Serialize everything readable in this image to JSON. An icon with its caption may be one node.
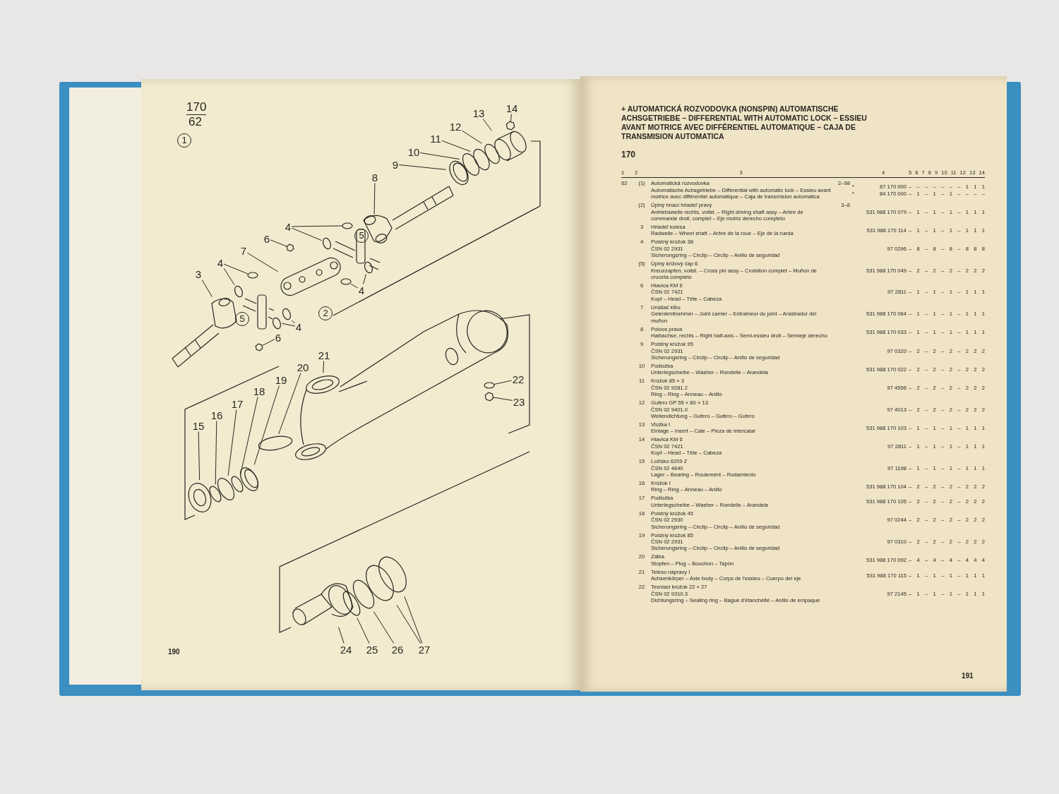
{
  "diagram": {
    "title": "+ AUTOMATICKÁ ROZVODOVKA (NONSPIN) AUTOMATISCHE ACHSGETRIEBE – DIFFERENTIAL WITH AUTOMATIC LOCK – ESSIEU AVANT MOTRICE AVEC DIFFÉRENTIEL AUTOMATIQUE – CAJA DE TRANSMISION AUTOMATICA",
    "nodes": [
      {
        "text": [
          "14"
        ]
      },
      {
        "text": [
          "13"
        ]
      },
      {
        "text": [
          "12"
        ]
      },
      {
        "text": [
          "11"
        ]
      },
      {
        "text": [
          "10"
        ]
      },
      {
        "text": [
          "9"
        ]
      },
      {
        "text": [
          "8"
        ]
      },
      {
        "text": [
          "4"
        ]
      },
      {
        "text": [
          "6"
        ]
      },
      {
        "text": [
          "7"
        ]
      },
      {
        "text": [
          "4"
        ]
      },
      {
        "text": [
          "3"
        ]
      },
      {
        "text": [
          "4"
        ]
      },
      {
        "text": [
          "4"
        ]
      },
      {
        "text": [
          "6"
        ]
      },
      {
        "text": [
          "21"
        ]
      },
      {
        "text": [
          "20"
        ]
      },
      {
        "text": [
          "19"
        ]
      },
      {
        "text": [
          "22"
        ]
      },
      {
        "text": [
          "18"
        ]
      },
      {
        "text": [
          "23"
        ]
      },
      {
        "text": [
          "17"
        ]
      },
      {
        "text": [
          "16"
        ]
      },
      {
        "text": [
          "15"
        ]
      },
      {
        "text": [
          "24"
        ]
      },
      {
        "text": [
          "25"
        ]
      },
      {
        "text": [
          "26"
        ]
      },
      {
        "text": [
          "27"
        ]
      },
      {
        "text": [],
        "shape": "picture"
      },
      {
        "text": [],
        "shape": "picture"
      },
      {
        "text": [],
        "shape": "circle"
      },
      {
        "text": [],
        "shape": "circle"
      },
      {
        "text": [],
        "shape": "circle"
      },
      {
        "text": [],
        "shape": "picture"
      },
      {
        "text": [],
        "shape": "picture"
      },
      {
        "text": [],
        "shape": "circle"
      },
      {
        "text": [],
        "shape": "circle"
      },
      {
        "text": [],
        "shape": "picture"
      },
      {
        "text": [],
        "shape": "picture"
      },
      {
        "text": [],
        "shape": "circle"
      },
      {
        "text": [],
        "shape": "circle"
      },
      {
        "text": [],
        "shape": "picture"
      },
      {
        "text": [],
        "shape": "circle"
      },
      {
        "text": [],
        "shape": "circle"
      },
      {
        "text": [],
        "shape": "circle"
      },
      {
        "text": [],
        "shape": "circle"
      },
      {
        "text": [],
        "shape": "picture"
      },
      {
        "text": [],
        "shape": "picture"
      },
      {
        "text": [],
        "shape": "circle"
      },
      {
        "text": [],
        "shape": "picture"
      },
      {
        "text": [],
        "shape": "circle"
      },
      {
        "text": [],
        "shape": "circle"
      },
      {
        "text": [],
        "shape": "picture"
      },
      {
        "text": [],
        "shape": "circle"
      },
      {
        "text": [],
        "shape": "circle"
      },
      {
        "text": [],
        "shape": "picture"
      },
      {
        "text": [],
        "shape": "picture"
      },
      {
        "text": [],
        "shape": "circle"
      },
      {
        "text": [],
        "shape": "circle"
      },
      {
        "text": [],
        "shape": "circle"
      },
      {
        "text": [],
        "shape": "circle"
      }
    ],
    "edges": [
      {
        "from": 0,
        "to": 28,
        "arrow": "none"
      },
      {
        "from": 1,
        "to": 29,
        "arrow": "none"
      },
      {
        "from": 2,
        "to": 30,
        "arrow": "none"
      },
      {
        "from": 3,
        "to": 31,
        "arrow": "none"
      },
      {
        "from": 4,
        "to": 32,
        "arrow": "none"
      },
      {
        "from": 5,
        "to": 33,
        "arrow": "none"
      },
      {
        "from": 6,
        "to": 34,
        "arrow": "none"
      },
      {
        "from": 7,
        "to": 35,
        "arrow": "none"
      },
      {
        "from": 7,
        "to": 36,
        "arrow": "none"
      },
      {
        "from": 8,
        "to": 37,
        "arrow": "none"
      },
      {
        "from": 9,
        "to": 38,
        "arrow": "none"
      },
      {
        "from": 10,
        "to": 39,
        "arrow": "none"
      },
      {
        "from": 10,
        "to": 40,
        "arrow": "none"
      },
      {
        "from": 11,
        "to": 41,
        "arrow": "none"
      },
      {
        "from": 12,
        "to": 42,
        "arrow": "none"
      },
      {
        "from": 12,
        "to": 43,
        "arrow": "none"
      },
      {
        "from": 13,
        "to": 44,
        "arrow": "none"
      },
      {
        "from": 13,
        "to": 45,
        "arrow": "none"
      },
      {
        "from": 14,
        "to": 46,
        "arrow": "none"
      },
      {
        "from": 15,
        "to": 47,
        "arrow": "none"
      },
      {
        "from": 16,
        "to": 48,
        "arrow": "none"
      },
      {
        "from": 17,
        "to": 49,
        "arrow": "none"
      },
      {
        "from": 18,
        "to": 50,
        "arrow": "none"
      },
      {
        "from": 19,
        "to": 51,
        "arrow": "none"
      },
      {
        "from": 20,
        "to": 52,
        "arrow": "none"
      },
      {
        "from": 21,
        "to": 53,
        "arrow": "none"
      },
      {
        "from": 22,
        "to": 54,
        "arrow": "none"
      },
      {
        "from": 23,
        "to": 55,
        "arrow": "none"
      },
      {
        "from": 24,
        "to": 56,
        "arrow": "none"
      },
      {
        "from": 25,
        "to": 57,
        "arrow": "none"
      },
      {
        "from": 26,
        "to": 58,
        "arrow": "none"
      },
      {
        "from": 27,
        "to": 59,
        "arrow": "none"
      },
      {
        "from": 27,
        "to": 60,
        "arrow": "none"
      }
    ],
    "labels": [
      "170",
      "62",
      "1",
      "5",
      "5",
      "2",
      "190",
      "170",
      "1",
      "2",
      "3",
      "4",
      "5",
      "6",
      "7",
      "8",
      "9",
      "10",
      "11",
      "12",
      "13",
      "14",
      "62",
      "(1)",
      "Automatická rozvodovka",
      "Automatische Achsgetriebe – Differential with automatic lock – Essieu avant motrice avec différentiel automatique – Caja de transmision automatica",
      "2–98",
      "*",
      "87 170 000",
      "– – – – – – – 1 1 1",
      "*",
      "84 170 000",
      "– 1 – 1 – 1 – – – –",
      "(2)",
      "Úplný hnací hriadeľ pravý",
      "Antriebswelle rechts, vollst. – Right driving shaft assy – Arbre de commande droit, complet – Eje motriz derecho completo",
      "3–8",
      "531 988 170 079",
      "– 1 – 1 – 1 – 1 1 1",
      "3",
      "Hriadeľ kolesa",
      "Radwelle – Wheel shaft – Arbre de la roue – Eje de la rueda",
      "531 988 170 114",
      "– 1 – 1 – 1 – 1 1 1",
      "4",
      "Poistný krúžok 38",
      "ČSN 02 2931",
      "Sicherungsring – Circlip – Circlip – Anillo de seguridad",
      "97 0296",
      "– 8 – 8 – 8 – 8 8 8",
      "(5)",
      "Úplný krížový čap 6",
      "Kreuzzapfen, vollst. – Cross pin assy – Croisillon complet – Muñon de cruceta completo",
      "531 988 170 049",
      "– 2 – 2 – 2 – 2 2 2",
      "6",
      "Hlavica KM 6",
      "ČSN 02 7421",
      "Kopf – Head – Tête – Cabeza",
      "97 2811",
      "– 1 – 1 – 1 – 1 1 1",
      "7",
      "Unášač kĺbu",
      "Gelenkmitnehmer – Joint carrier – Entraîneur du joint – Arastrador del muñon",
      "531 988 170 064",
      "– 1 – 1 – 1 – 1 1 1",
      "8",
      "Poloos pravá",
      "Halbachse, rechts – Right half-axis – Semi-essieu droit – Semieje derecho",
      "531 988 170 033",
      "– 1 – 1 – 1 – 1 1 1",
      "9",
      "Poistný krúžok 95",
      "ČSN 02 2931",
      "Sicherungsring – Circlip – Circlip – Anillo de seguridad",
      "97 0320",
      "– 2 – 2 – 2 – 2 2 2",
      "10",
      "Podložka",
      "Unterlegscheibe – Washer – Rondelle – Arandela",
      "531 988 170 022",
      "– 2 – 2 – 2 – 2 2 2",
      "11",
      "Krúžok 85 × 3",
      "ČSN 02 9281.2",
      "Ring – Ring – Anneau – Anillo",
      "97 4556",
      "– 2 – 2 – 2 – 2 2 2",
      "12",
      "Gufero GP 55 × 80 × 13",
      "ČSN 02 9401.0",
      "Wellendichtung – Gufero – Gufero – Gufero",
      "97 4013",
      "– 2 – 2 – 2 – 2 2 2",
      "13",
      "Vložka I",
      "Einlage – Insert – Cale – Pieza de intercalar",
      "531 988 170 103",
      "– 1 – 1 – 1 – 1 1 1",
      "14",
      "Hlavica KM 6",
      "ČSN 02 7421",
      "Kopf – Head – Tête – Cabeza",
      "97 2811",
      "– 1 – 1 – 1 – 1 1 1",
      "15",
      "Ložisko 6209 Z",
      "ČSN 02 4640",
      "Lager – Bearing – Roulement – Rodamiento",
      "97 1198",
      "– 1 – 1 – 1 – 1 1 1",
      "16",
      "Krúžok I",
      "Ring – Ring – Anneau – Anillo",
      "531 988 170 104",
      "– 2 – 2 – 2 – 2 2 2",
      "17",
      "Podložka",
      "Unterlegscheibe – Washer – Rondelle – Arandela",
      "531 988 170 105",
      "– 2 – 2 – 2 – 2 2 2",
      "18",
      "Poistný krúžok 45",
      "ČSN 02 2930",
      "Sicherungsring – Circlip – Circlip – Anillo de seguridad",
      "97 0244",
      "– 2 – 2 – 2 – 2 2 2",
      "19",
      "Poistný krúžok 85",
      "ČSN 02 2931",
      "Sicherungsring – Circlip – Circlip – Anillo de seguridad",
      "97 0310",
      "– 2 – 2 – 2 – 2 2 2",
      "20",
      "Zátka",
      "Stopfen – Plug – Bouchon – Tapón",
      "531 988 170 092",
      "– 4 – 4 – 4 – 4 4 4",
      "21",
      "Teleso nápravy I",
      "Achsenkörper – Axle body – Corps de l'essieu – Cuerpo del eje",
      "531 988 170 115",
      "– 1 – 1 – 1 – 1 1 1",
      "22",
      "Tesniaci krúžok 22 × 27",
      "ČSN 02 9310.3",
      "Dichtungsring – Sealing ring – Bague d'étanchéité – Anillo de empaque",
      "97 2145",
      "– 1 – 1 – 1 – 1 1 1",
      "191"
    ]
  }
}
